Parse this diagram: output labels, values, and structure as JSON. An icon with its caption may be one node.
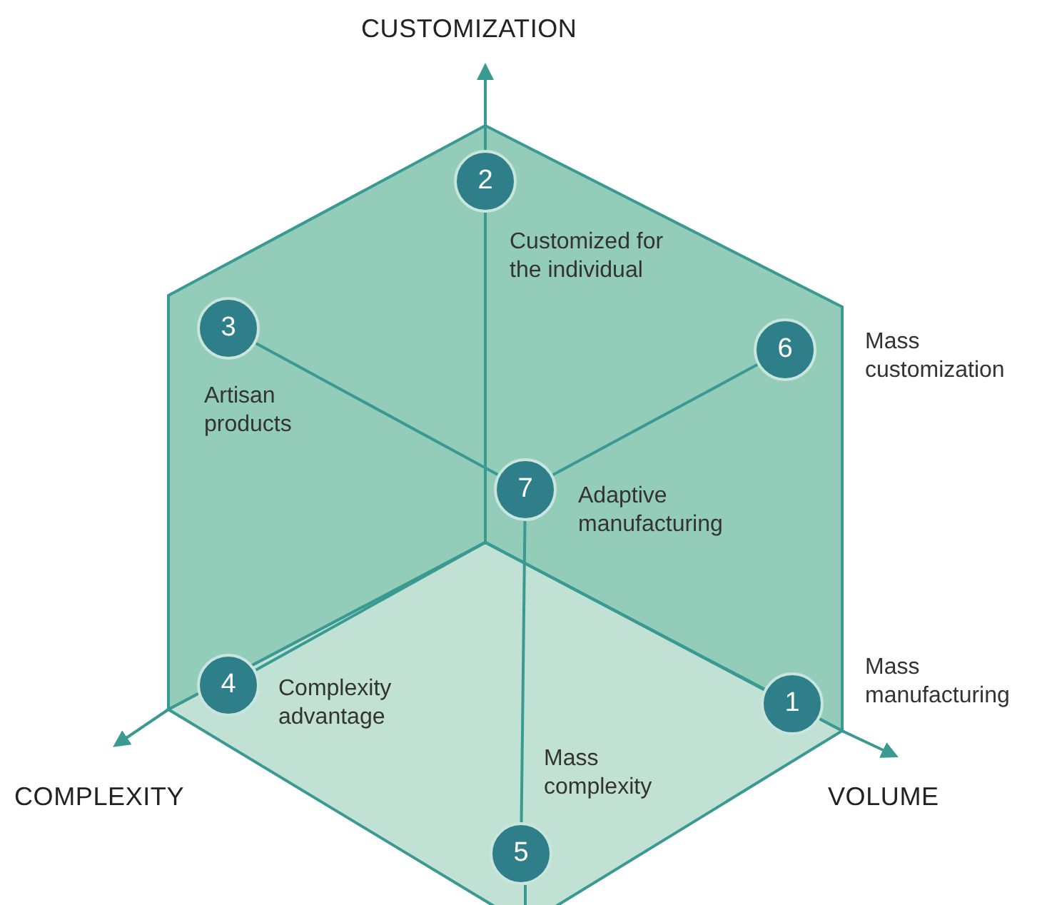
{
  "diagram": {
    "nodes": [
      {
        "text": [
          "2"
        ],
        "beside": [
          "Customized for the individual"
        ]
      },
      {
        "text": [
          "3"
        ],
        "beside": [
          "Artisan products"
        ]
      },
      {
        "text": [
          "6"
        ],
        "beside": [
          "Mass customization"
        ]
      },
      {
        "text": [
          "7"
        ],
        "beside": [
          "Adaptive manufacturing"
        ]
      },
      {
        "text": [
          "4"
        ],
        "beside": [
          "Complexity advantage"
        ]
      },
      {
        "text": [
          "1"
        ],
        "beside": [
          "Mass manufacturing"
        ]
      },
      {
        "text": [
          "5"
        ],
        "beside": [
          "Mass complexity"
        ]
      }
    ],
    "edges": [
      {
        "from": 1,
        "to": 3,
        "arrow": "none"
      },
      {
        "from": 3,
        "to": 2,
        "arrow": "none"
      },
      {
        "from": 3,
        "to": 6,
        "arrow": "none"
      },
      {
        "from": 4,
        "to": 5,
        "arrow": "none"
      }
    ],
    "labels": [
      "CUSTOMIZATION",
      "COMPLEXITY",
      "VOLUME"
    ]
  }
}
